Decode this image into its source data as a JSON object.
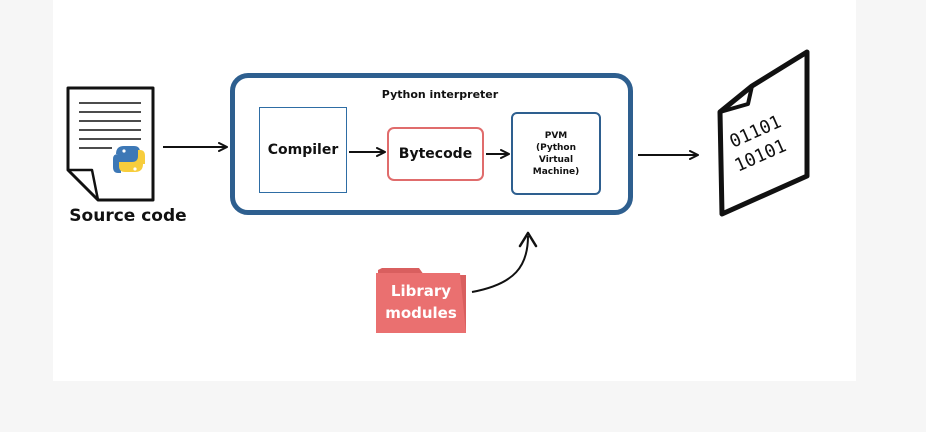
{
  "source": {
    "label": "Source code",
    "icon": "python-file-icon"
  },
  "interpreter": {
    "title": "Python interpreter",
    "compiler": "Compiler",
    "bytecode": "Bytecode",
    "pvm_lines": [
      "PVM",
      "(Python",
      "Virtual",
      "Machine)"
    ]
  },
  "library": {
    "lines": [
      "Library",
      "modules"
    ]
  },
  "output": {
    "binary_lines": [
      "01101",
      "10101"
    ],
    "icon": "binary-file-icon"
  },
  "colors": {
    "interpreter_border": "#2e5f8f",
    "compiler_border": "#2e6da4",
    "bytecode_border": "#e06c6c",
    "library_fill": "#ea7070",
    "python_blue": "#3d78b6",
    "python_yellow": "#f7cd3c"
  }
}
